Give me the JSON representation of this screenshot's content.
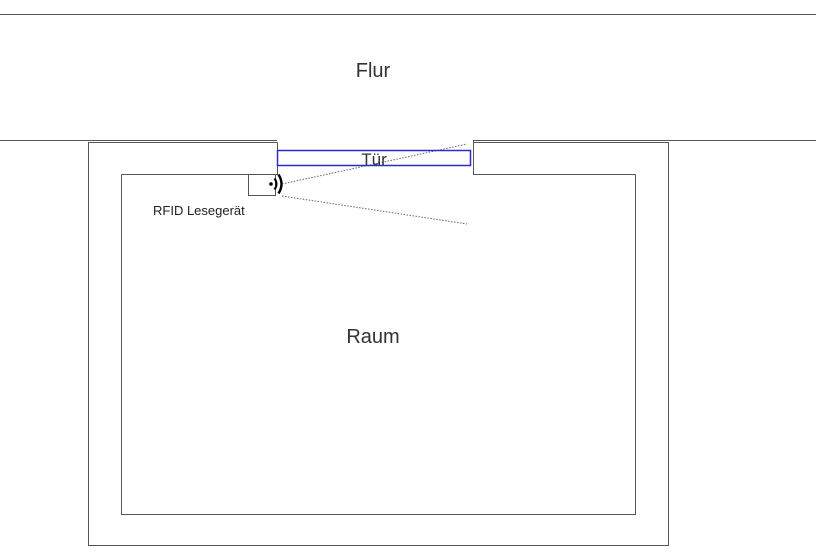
{
  "labels": {
    "corridor": "Flur",
    "door": "Tür",
    "room": "Raum",
    "reader": "RFID Lesegerät"
  },
  "icons": {
    "reader_signal": "rfid-signal-icon"
  },
  "colors": {
    "wall": "#555555",
    "door_outline": "#2b2bcc",
    "text": "#333333",
    "dotted_line": "#666666"
  }
}
